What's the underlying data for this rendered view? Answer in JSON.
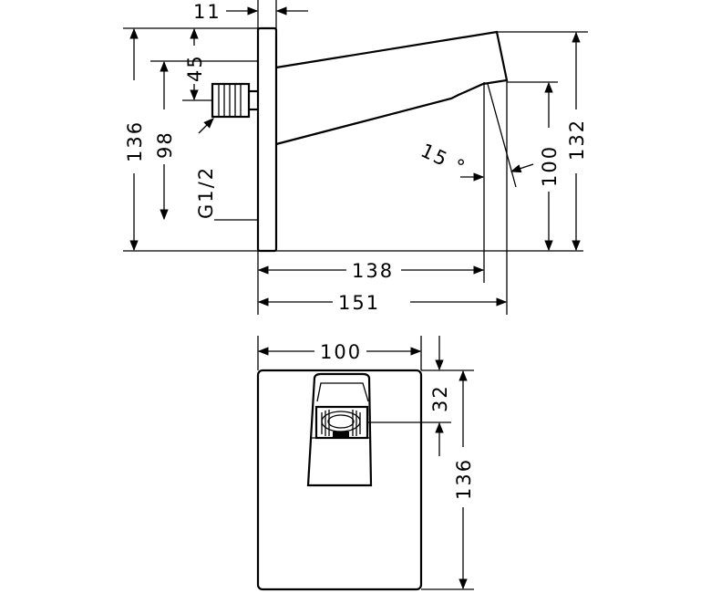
{
  "side_view": {
    "dim_plate_thickness": "11",
    "dim_top_to_connector": "45",
    "dim_connector_height": "98",
    "dim_total_height": "136",
    "dim_outlet_height": "132",
    "dim_outlet_drop": "100",
    "dim_angle": "15 °",
    "dim_thread": "G1/2",
    "dim_reach_138": "138",
    "dim_reach_151": "151"
  },
  "front_view": {
    "dim_width": "100",
    "dim_height": "136",
    "dim_outlet_offset": "32"
  }
}
